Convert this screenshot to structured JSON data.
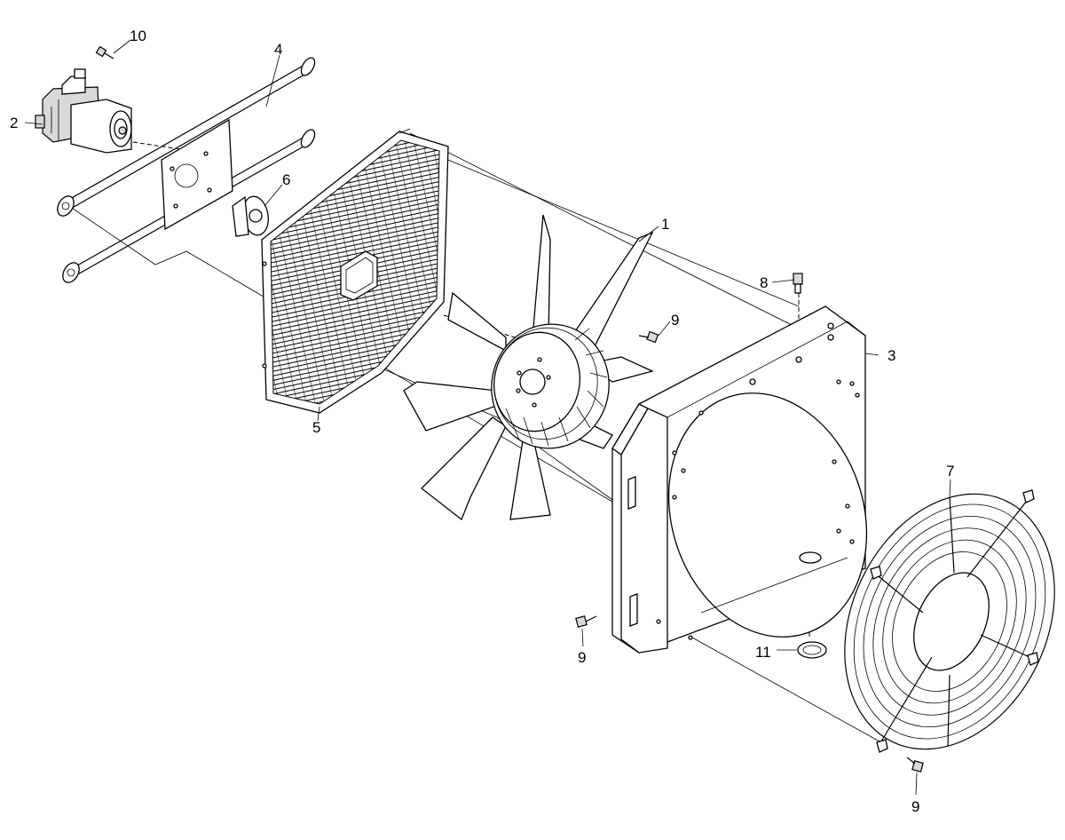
{
  "callouts": {
    "c1": "1",
    "c2": "2",
    "c3": "3",
    "c4": "4",
    "c5": "5",
    "c6": "6",
    "c7": "7",
    "c8": "8",
    "c9a": "9",
    "c9b": "9",
    "c9c": "9",
    "c10": "10",
    "c11": "11"
  }
}
